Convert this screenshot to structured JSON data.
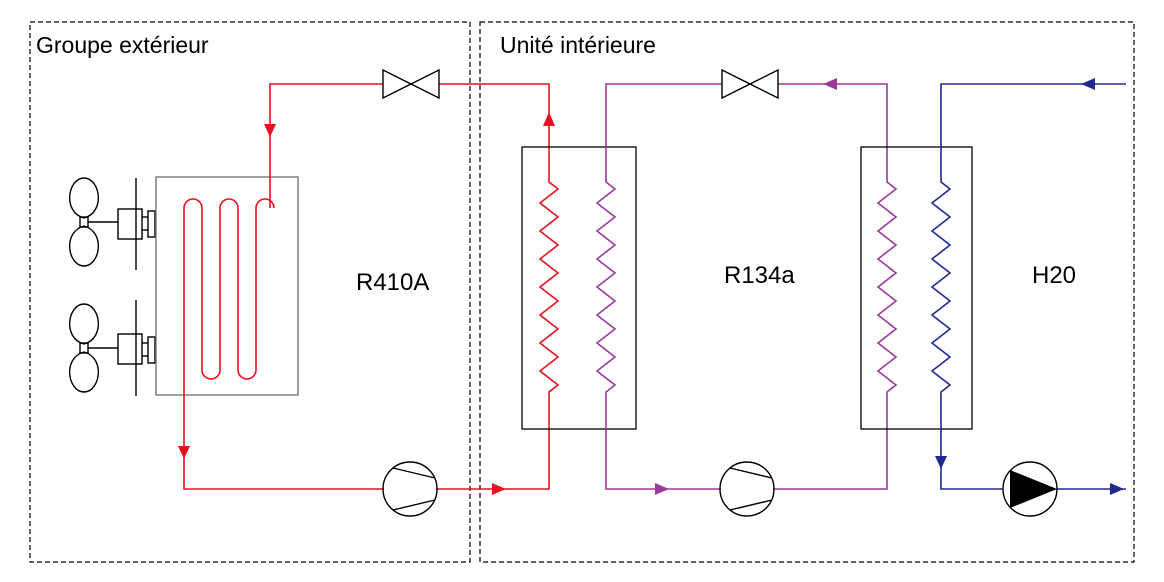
{
  "regions": {
    "outdoor_label": "Groupe extérieur",
    "indoor_label": "Unité intérieure"
  },
  "fluids": {
    "r410a": "R410A",
    "r134a": "R134a",
    "water": "H20"
  },
  "colors": {
    "r410a_line": "#e8111f",
    "r134a_line": "#9b3a9b",
    "water_line": "#1f2a8c",
    "outline": "#000000"
  },
  "icons": [
    "fan-icon",
    "motor-icon",
    "expansion-valve-icon",
    "compressor-icon",
    "pump-icon",
    "flow-arrow-icon"
  ]
}
